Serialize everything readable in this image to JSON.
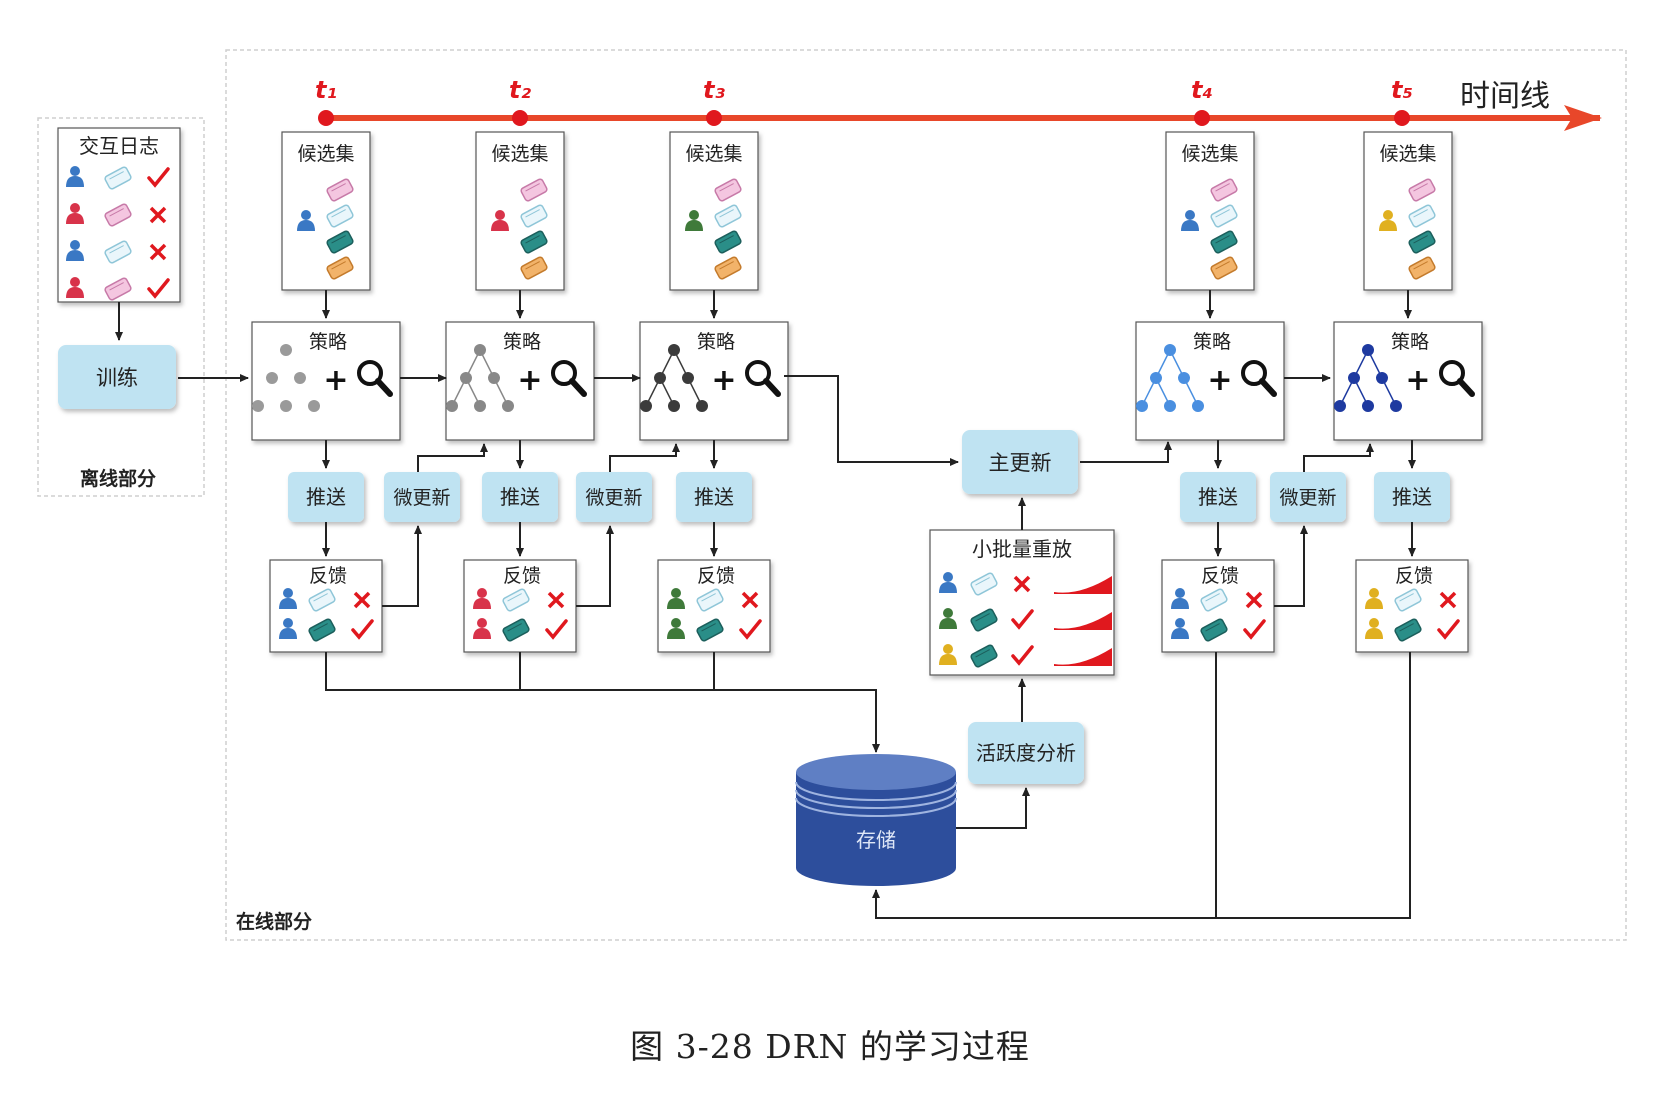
{
  "timeline": {
    "label": "时间线",
    "ticks": [
      "t₁",
      "t₂",
      "t₃",
      "t₄",
      "t₅"
    ]
  },
  "offline": {
    "section_label": "离线部分",
    "log_title": "交互日志",
    "train_label": "训练",
    "log_rows": [
      {
        "user": "blue",
        "item": "light",
        "result": "check"
      },
      {
        "user": "red",
        "item": "pink",
        "result": "cross"
      },
      {
        "user": "blue",
        "item": "light",
        "result": "cross"
      },
      {
        "user": "red",
        "item": "pink",
        "result": "check"
      }
    ]
  },
  "online": {
    "section_label": "在线部分",
    "candidate_label": "候选集",
    "strategy_label": "策略",
    "push_label": "推送",
    "feedback_label": "反馈",
    "micro_update_label": "微更新",
    "main_update_label": "主更新",
    "replay_label": "小批量重放",
    "activity_label": "活跃度分析",
    "storage_label": "存储"
  },
  "stages": [
    {
      "user_color": "#3a78c4",
      "strategy_color": "#9a9a9a",
      "feedback": [
        {
          "user": "#3a78c4",
          "item": "light",
          "result": "cross"
        },
        {
          "user": "#3a78c4",
          "item": "teal",
          "result": "check"
        }
      ]
    },
    {
      "user_color": "#d8334a",
      "strategy_color": "#888888",
      "feedback": [
        {
          "user": "#d8334a",
          "item": "light",
          "result": "cross"
        },
        {
          "user": "#d8334a",
          "item": "teal",
          "result": "check"
        }
      ]
    },
    {
      "user_color": "#3f7a3a",
      "strategy_color": "#3b3b3b",
      "feedback": [
        {
          "user": "#3f7a3a",
          "item": "light",
          "result": "cross"
        },
        {
          "user": "#3f7a3a",
          "item": "teal",
          "result": "check"
        }
      ]
    },
    {
      "user_color": "#3a78c4",
      "strategy_color": "#4a8fe0",
      "feedback": [
        {
          "user": "#3a78c4",
          "item": "light",
          "result": "cross"
        },
        {
          "user": "#3a78c4",
          "item": "teal",
          "result": "check"
        }
      ]
    },
    {
      "user_color": "#e0b020",
      "strategy_color": "#1e3aa0",
      "feedback": [
        {
          "user": "#e0b020",
          "item": "light",
          "result": "cross"
        },
        {
          "user": "#e0b020",
          "item": "teal",
          "result": "check"
        }
      ]
    }
  ],
  "replay_rows": [
    {
      "user": "#3a78c4",
      "item": "light",
      "result": "cross"
    },
    {
      "user": "#3f7a3a",
      "item": "teal",
      "result": "check"
    },
    {
      "user": "#e0b020",
      "item": "teal",
      "result": "check"
    }
  ],
  "colors": {
    "timeline": "#e8472a",
    "tick_dot": "#e0181e",
    "box_fill": "#bfe3f2",
    "check": "#e0181e",
    "storage": "#2d4e9c"
  },
  "caption": "图 3-28    DRN 的学习过程"
}
